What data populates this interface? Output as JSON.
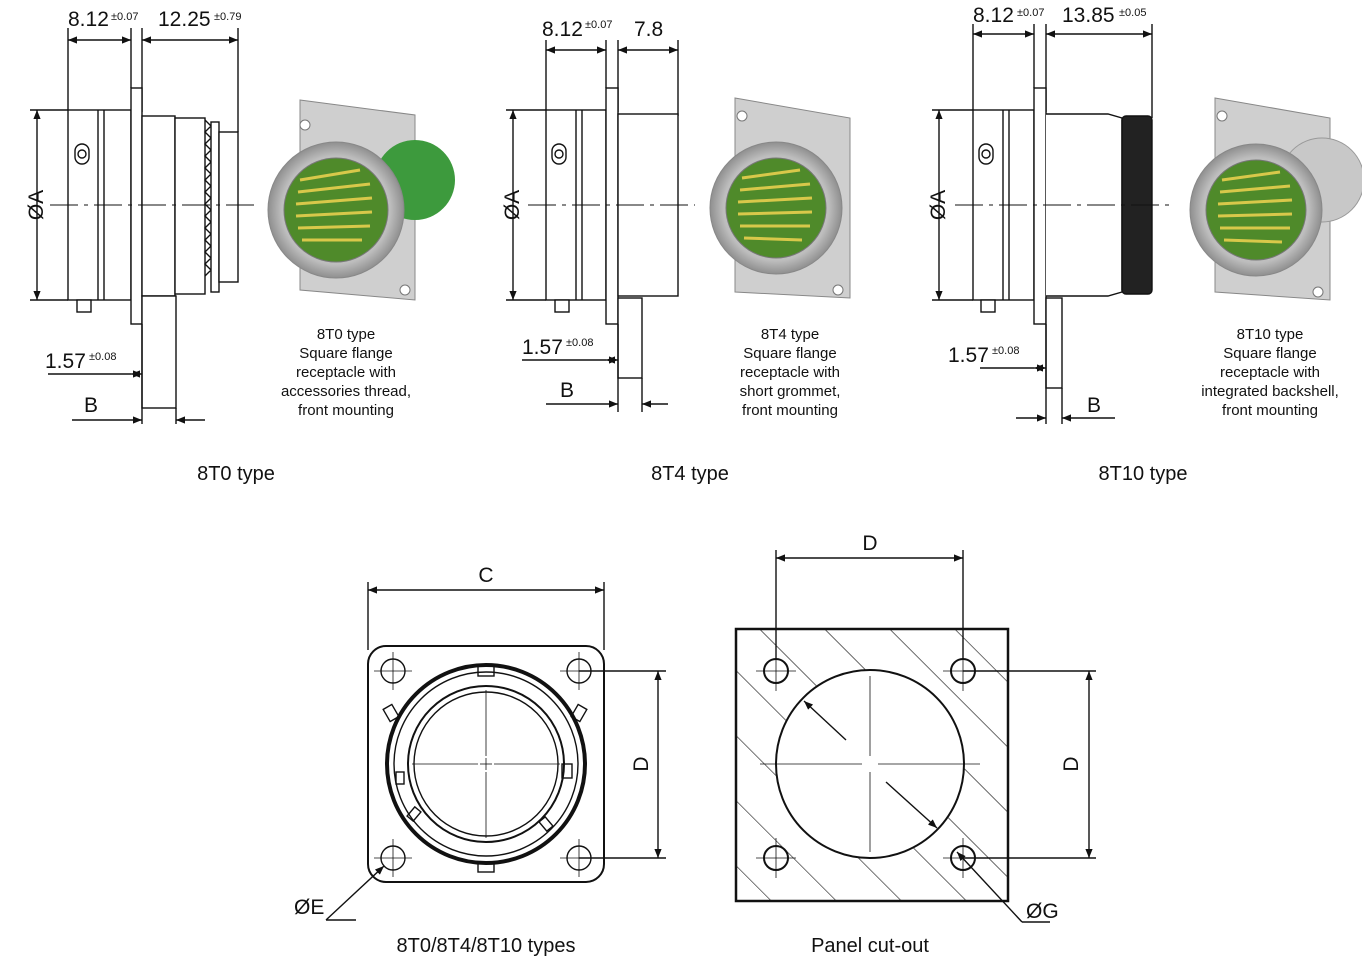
{
  "colors": {
    "line": "#111111",
    "body": "#d9d9d9",
    "insert": "#4f8a2a",
    "pin": "#d8c84a",
    "grommet": "#3d9a3d"
  },
  "icons": [
    "round-connector-render-icon"
  ],
  "views": [
    {
      "caption": "8T0 type",
      "dims": {
        "flange": "8.12",
        "flange_tol": "±0.07",
        "body": "12.25",
        "body_tol": "±0.79",
        "thickness": "1.57",
        "thickness_tol": "±0.08",
        "diameter": "ØA",
        "b": "B"
      },
      "desc": [
        "8T0 type",
        "Square flange",
        "receptacle with",
        "accessories thread,",
        "front mounting"
      ]
    },
    {
      "caption": "8T4 type",
      "dims": {
        "flange": "8.12",
        "flange_tol": "±0.07",
        "body": "7.8",
        "body_tol": "",
        "thickness": "1.57",
        "thickness_tol": "±0.08",
        "diameter": "ØA",
        "b": "B"
      },
      "desc": [
        "8T4 type",
        "Square flange",
        "receptacle with",
        "short grommet,",
        "front mounting"
      ]
    },
    {
      "caption": "8T10 type",
      "dims": {
        "flange": "8.12",
        "flange_tol": "±0.07",
        "body": "13.85",
        "body_tol": "±0.05",
        "thickness": "1.57",
        "thickness_tol": "±0.08",
        "diameter": "ØA",
        "b": "B"
      },
      "desc": [
        "8T10 type",
        "Square flange",
        "receptacle with",
        "integrated backshell,",
        "front mounting"
      ]
    }
  ],
  "front": {
    "caption": "8T0/8T4/8T10 types",
    "c": "C",
    "d": "D",
    "e": "ØE"
  },
  "cutout": {
    "caption": "Panel cut-out",
    "d_top": "D",
    "d_side": "D",
    "g": "ØG"
  }
}
